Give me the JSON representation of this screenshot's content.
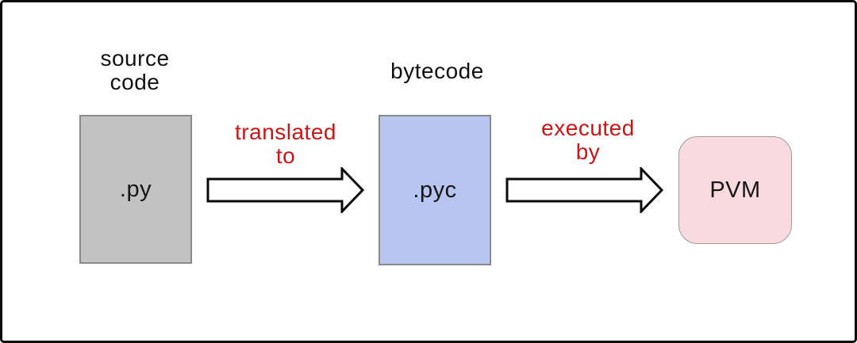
{
  "diagram": {
    "description": "Python source to execution flow",
    "nodes": {
      "source": {
        "title": "source\ncode",
        "text": ".py",
        "fill": "#c2c2c2",
        "border": "#8a8a8a"
      },
      "bytecode": {
        "title": "bytecode",
        "text": ".pyc",
        "fill": "#b7c5f0",
        "border": "#8a8a8a"
      },
      "pvm": {
        "text": "PVM",
        "fill": "#f9dade",
        "border": "#9c9c9c"
      }
    },
    "edges": {
      "translate": {
        "label": "translated\nto",
        "color": "#cc1517"
      },
      "execute": {
        "label": "executed\nby",
        "color": "#cc1517"
      }
    },
    "colors": {
      "canvas_background": "#ffffff",
      "frame_border": "#0a0a0a",
      "arrow_fill": "#ffffff",
      "arrow_stroke": "#0a0a0a",
      "label_text": "#111111"
    }
  }
}
